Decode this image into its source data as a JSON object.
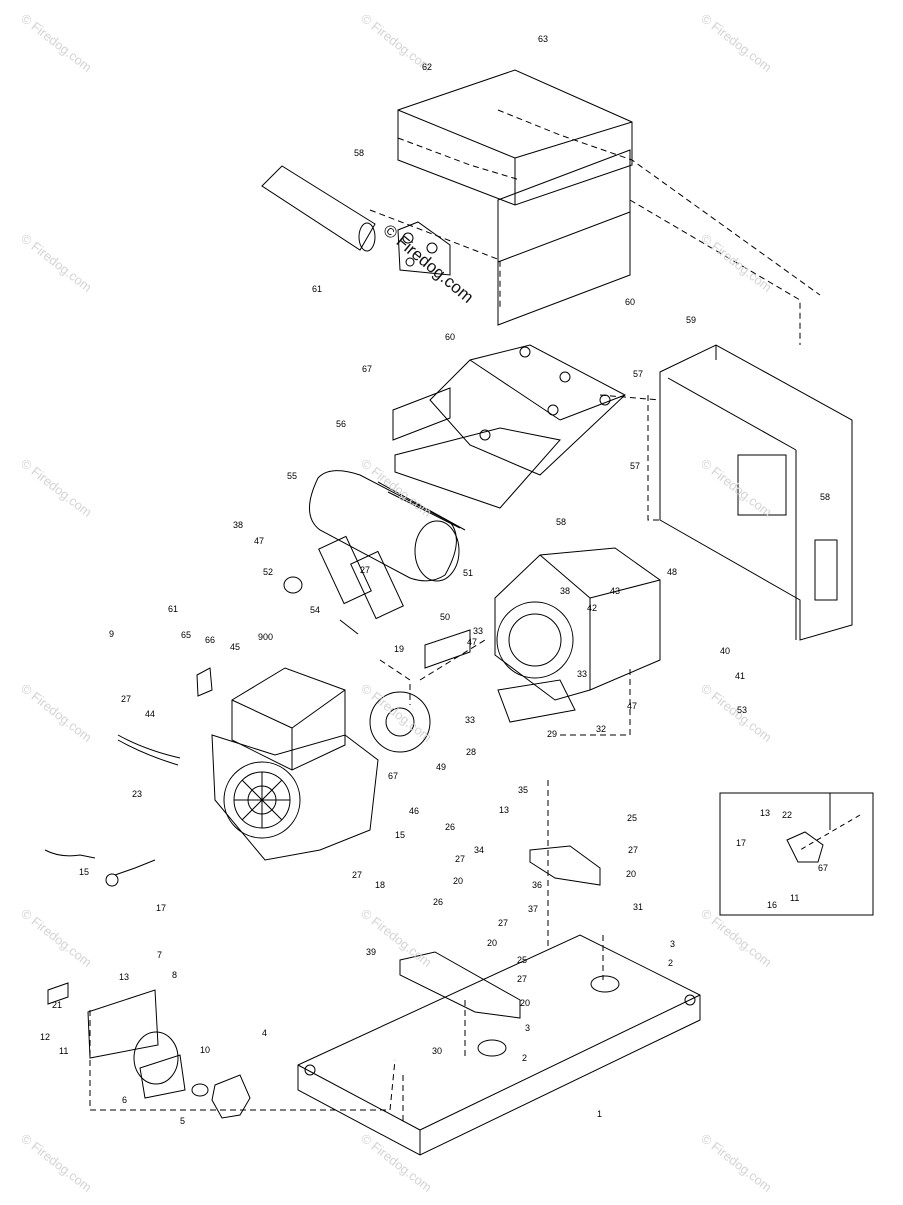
{
  "watermark": {
    "text": "© Firedog.com",
    "main_text": "© Firedog.com"
  },
  "part_labels": {
    "l63": "63",
    "l62": "62",
    "l58a": "58",
    "l61a": "61",
    "l60a": "60",
    "l60b": "60",
    "l59": "59",
    "l57a": "57",
    "l57b": "57",
    "l67a": "67",
    "l56": "56",
    "l55": "55",
    "l58b": "58",
    "l58c": "58",
    "l38a": "38",
    "l47a": "47",
    "l52": "52",
    "l27a": "27",
    "l54": "54",
    "l50": "50",
    "l51": "51",
    "l48": "48",
    "l38b": "38",
    "l42": "42",
    "l43": "43",
    "l19": "19",
    "l47b": "47",
    "l33a": "33",
    "l33b": "33",
    "l33c": "33",
    "l47c": "47",
    "l32": "32",
    "l29": "29",
    "l9": "9",
    "l61b": "61",
    "l65": "65",
    "l66": "66",
    "l45": "45",
    "l900": "900",
    "l27b": "27",
    "l44": "44",
    "l23": "23",
    "l49": "49",
    "l28": "28",
    "l40": "40",
    "l41": "41",
    "l53": "53",
    "l67b": "67",
    "l46a": "46",
    "l15a": "15",
    "l27c": "27",
    "l18": "18",
    "l13a": "13",
    "l35": "35",
    "l34": "34",
    "l26a": "26",
    "l27d": "27",
    "l20a": "20",
    "l36": "36",
    "l37": "37",
    "l25a": "25",
    "l27e": "27",
    "l20b": "20",
    "l31": "31",
    "l26b": "26",
    "l27f": "27",
    "l20c": "20",
    "l15b": "15",
    "l17a": "17",
    "l39": "39",
    "l25b": "25",
    "l27g": "27",
    "l20d": "20",
    "l3a": "3",
    "l2a": "2",
    "l3b": "3",
    "l30": "30",
    "l2b": "2",
    "l1": "1",
    "l21": "21",
    "l13b": "13",
    "l12": "12",
    "l11a": "11",
    "l7": "7",
    "l8": "8",
    "l10": "10",
    "l4": "4",
    "l6": "6",
    "l5": "5",
    "l13c": "13",
    "l22": "22",
    "l17b": "17",
    "l67c": "67",
    "l16": "16",
    "l11b": "11"
  }
}
